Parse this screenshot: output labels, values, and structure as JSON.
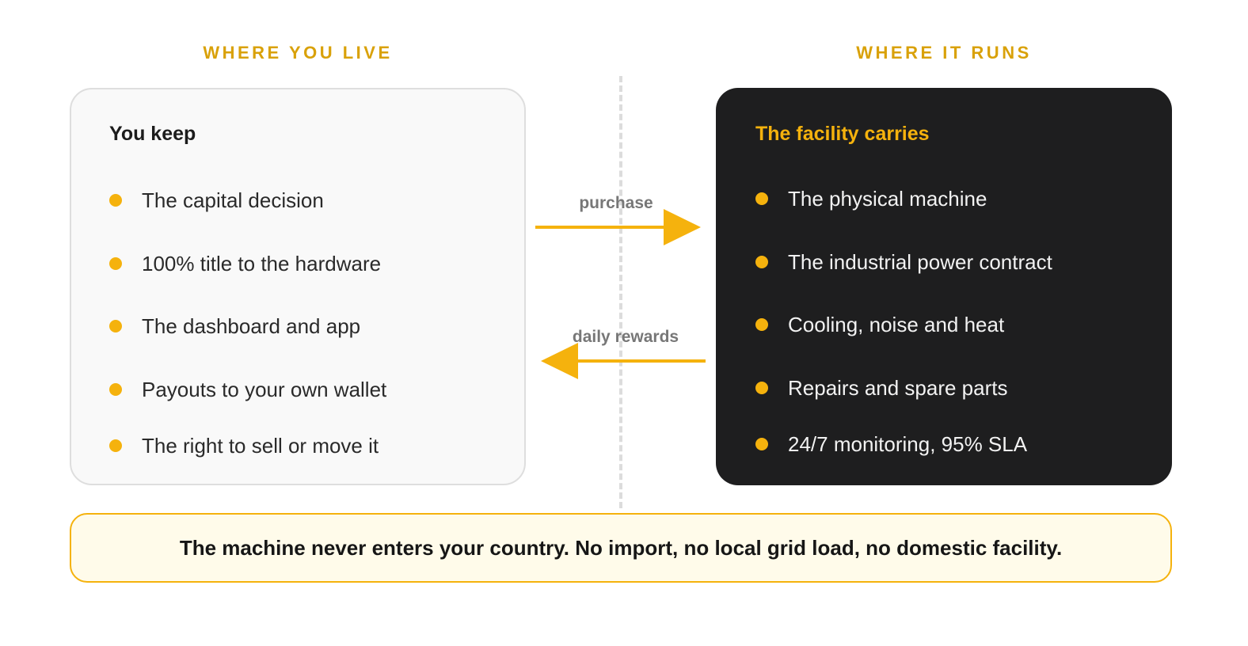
{
  "headings": {
    "left": "WHERE YOU LIVE",
    "right": "WHERE IT RUNS"
  },
  "left_card": {
    "title": "You keep",
    "items": [
      "The capital decision",
      "100% title to the hardware",
      "The dashboard and app",
      "Payouts to your own wallet",
      "The right to sell or move it"
    ]
  },
  "right_card": {
    "title": "The facility carries",
    "items": [
      "The physical machine",
      "The industrial power contract",
      "Cooling, noise and heat",
      "Repairs and spare parts",
      "24/7 monitoring, 95% SLA"
    ]
  },
  "flows": {
    "purchase_label": "purchase",
    "rewards_label": "daily rewards"
  },
  "banner": {
    "text": "The machine never enters your country. No import, no local grid load, no domestic facility."
  },
  "colors": {
    "accent": "#f5b20d",
    "heading": "#d9a109",
    "dark_card": "#1e1e1f",
    "light_card": "#f9f9f9",
    "banner_bg": "#fffbea"
  }
}
